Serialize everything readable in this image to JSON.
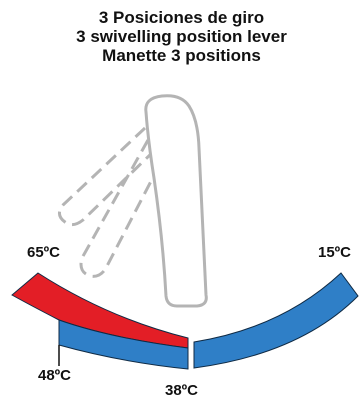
{
  "titles": {
    "es": "3 Posiciones de giro",
    "en": "3 swivelling position lever",
    "fr": "Manette 3 positions"
  },
  "temperatures": {
    "hot_max": "65ºC",
    "hot_mid": "48ºC",
    "center": "38ºC",
    "cold": "15ºC"
  },
  "colors": {
    "hot": "#e31e26",
    "cold": "#2f7fc7",
    "lever_outline": "#b4b4b4",
    "text": "#111111"
  }
}
